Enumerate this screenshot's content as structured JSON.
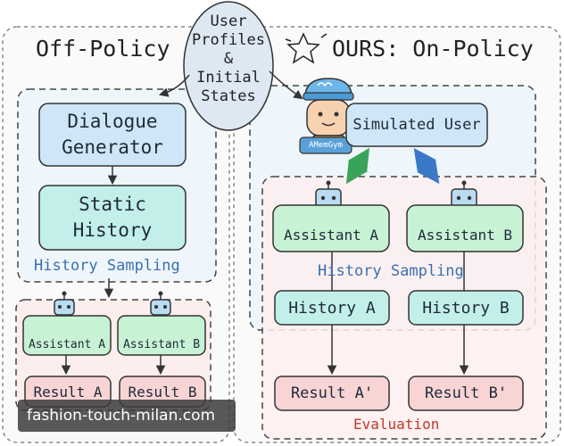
{
  "center_bubble": {
    "lines": [
      "User",
      "Profiles",
      "&",
      "Initial",
      "States"
    ]
  },
  "off_policy": {
    "title": "Off-Policy",
    "dialogue_generator": [
      "Dialogue",
      "Generator"
    ],
    "static_history": [
      "Static",
      "History"
    ],
    "history_sampling": "History Sampling",
    "assistant_a": "Assistant A",
    "assistant_b": "Assistant B",
    "result_a": "Result A",
    "result_b": "Result B"
  },
  "on_policy": {
    "title": "OURS: On-Policy",
    "simulated_user": "Simulated User",
    "avatar_badge": "AMemGym",
    "assistant_a": "Assistant A",
    "assistant_b": "Assistant B",
    "history_sampling": "History Sampling",
    "history_a": "History A",
    "history_b": "History B",
    "result_a": "Result A'",
    "result_b": "Result B'",
    "evaluation": "Evaluation"
  },
  "watermark": "fashion-touch-milan.com",
  "colors": {
    "blue_box": "#cfe6f7",
    "teal_box": "#c2efe9",
    "green_box": "#c8f2d4",
    "pink_box": "#f8d4d4",
    "pink_region": "#fdeeee",
    "blue_region": "#eef6fb",
    "bubble": "#dde8f3",
    "history_sampling_text": "#3a6fb0",
    "evaluation_text": "#c0392b",
    "arrow_green": "#3aa35a",
    "arrow_blue": "#3a79c8"
  }
}
